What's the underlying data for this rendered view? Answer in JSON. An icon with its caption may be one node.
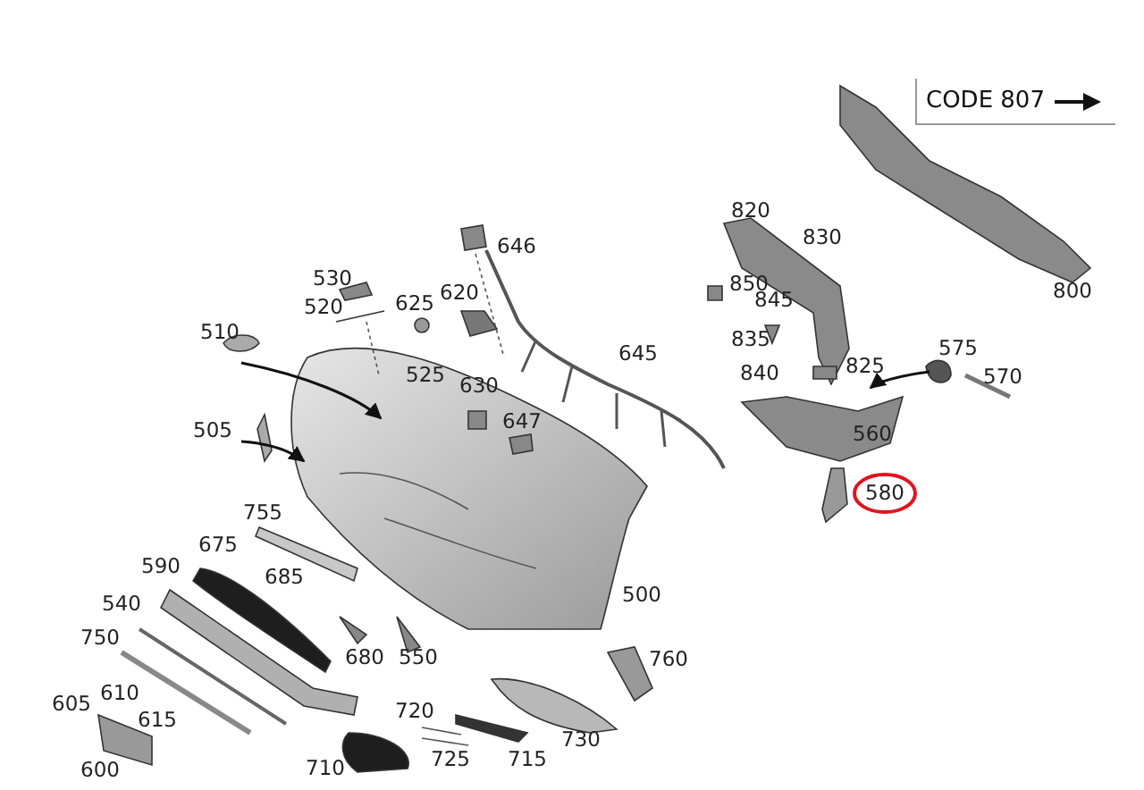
{
  "diagram": {
    "labels": [
      "CODE 807",
      "646",
      "820",
      "830",
      "530",
      "850",
      "800",
      "625",
      "620",
      "845",
      "520",
      "835",
      "645",
      "510",
      "575",
      "525",
      "840",
      "825",
      "570",
      "630",
      "647",
      "505",
      "560",
      "580",
      "755",
      "675",
      "590",
      "685",
      "500",
      "540",
      "750",
      "680",
      "550",
      "760",
      "610",
      "605",
      "615",
      "720",
      "730",
      "725",
      "715",
      "600",
      "710"
    ]
  }
}
